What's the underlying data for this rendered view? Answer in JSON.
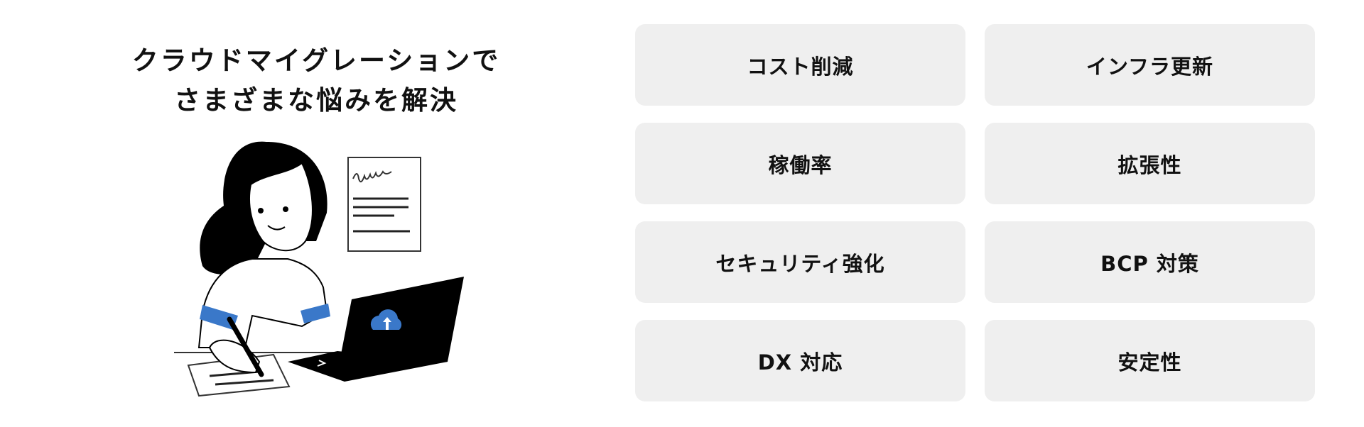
{
  "headline": {
    "line1": "クラウドマイグレーションで",
    "line2": "さまざまな悩みを解決"
  },
  "illustration": {
    "icon": "woman-with-laptop-cloud-upload-illustration",
    "accent_color": "#3a78c9"
  },
  "benefits": [
    {
      "label": "コスト削減"
    },
    {
      "label": "インフラ更新"
    },
    {
      "label": "稼働率"
    },
    {
      "label": "拡張性"
    },
    {
      "label": "セキュリティ強化"
    },
    {
      "label": "BCP 対策"
    },
    {
      "label": "DX 対応"
    },
    {
      "label": "安定性"
    }
  ]
}
